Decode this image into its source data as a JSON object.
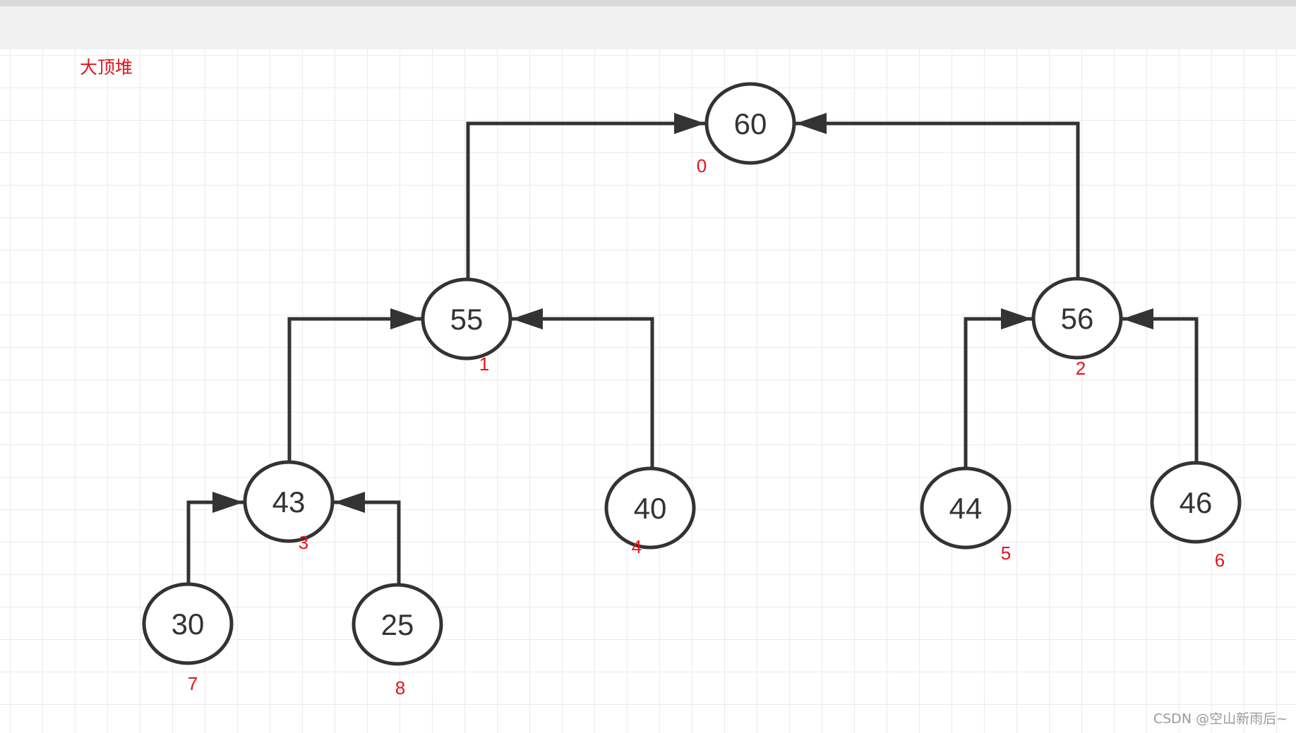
{
  "title": "大顶堆",
  "nodes": [
    {
      "value": "60",
      "index": "0"
    },
    {
      "value": "55",
      "index": "1"
    },
    {
      "value": "56",
      "index": "2"
    },
    {
      "value": "43",
      "index": "3"
    },
    {
      "value": "40",
      "index": "4"
    },
    {
      "value": "44",
      "index": "5"
    },
    {
      "value": "46",
      "index": "6"
    },
    {
      "value": "30",
      "index": "7"
    },
    {
      "value": "25",
      "index": "8"
    }
  ],
  "edges": [
    {
      "from": "55",
      "to": "60"
    },
    {
      "from": "56",
      "to": "60"
    },
    {
      "from": "43",
      "to": "55"
    },
    {
      "from": "40",
      "to": "55"
    },
    {
      "from": "44",
      "to": "56"
    },
    {
      "from": "46",
      "to": "56"
    },
    {
      "from": "30",
      "to": "43"
    },
    {
      "from": "25",
      "to": "43"
    }
  ],
  "colors": {
    "edge": "#333333",
    "index_label": "#e5131b",
    "node_stroke": "#333333"
  },
  "watermark": "CSDN @空山新雨后~"
}
